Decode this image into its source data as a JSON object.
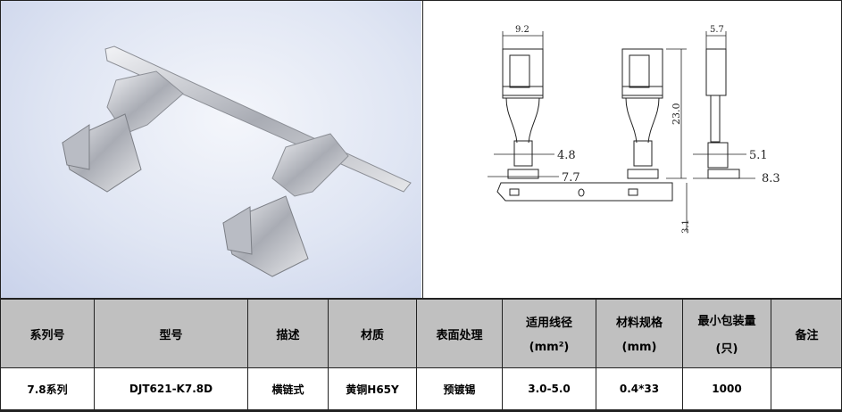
{
  "drawing": {
    "dims": {
      "top_width": "9.2",
      "side_width": "5.7",
      "height": "23.0",
      "crimp_width": "4.8",
      "base_width": "7.7",
      "side_crimp": "5.1",
      "side_base": "8.3",
      "strip_height": "3.1"
    }
  },
  "table": {
    "headers": [
      {
        "label": "系列号"
      },
      {
        "label": "型号"
      },
      {
        "label": "描述"
      },
      {
        "label": "材质"
      },
      {
        "label": "表面处理"
      },
      {
        "label": "适用线径",
        "sub": "(mm²)"
      },
      {
        "label": "材料规格",
        "sub": "(mm)"
      },
      {
        "label": "最小包装量",
        "sub": "(只)"
      },
      {
        "label": "备注"
      }
    ],
    "row": [
      "7.8系列",
      "DJT621-K7.8D",
      "横链式",
      "黄铜H65Y",
      "预镀锡",
      "3.0-5.0",
      "0.4*33",
      "1000",
      ""
    ]
  }
}
